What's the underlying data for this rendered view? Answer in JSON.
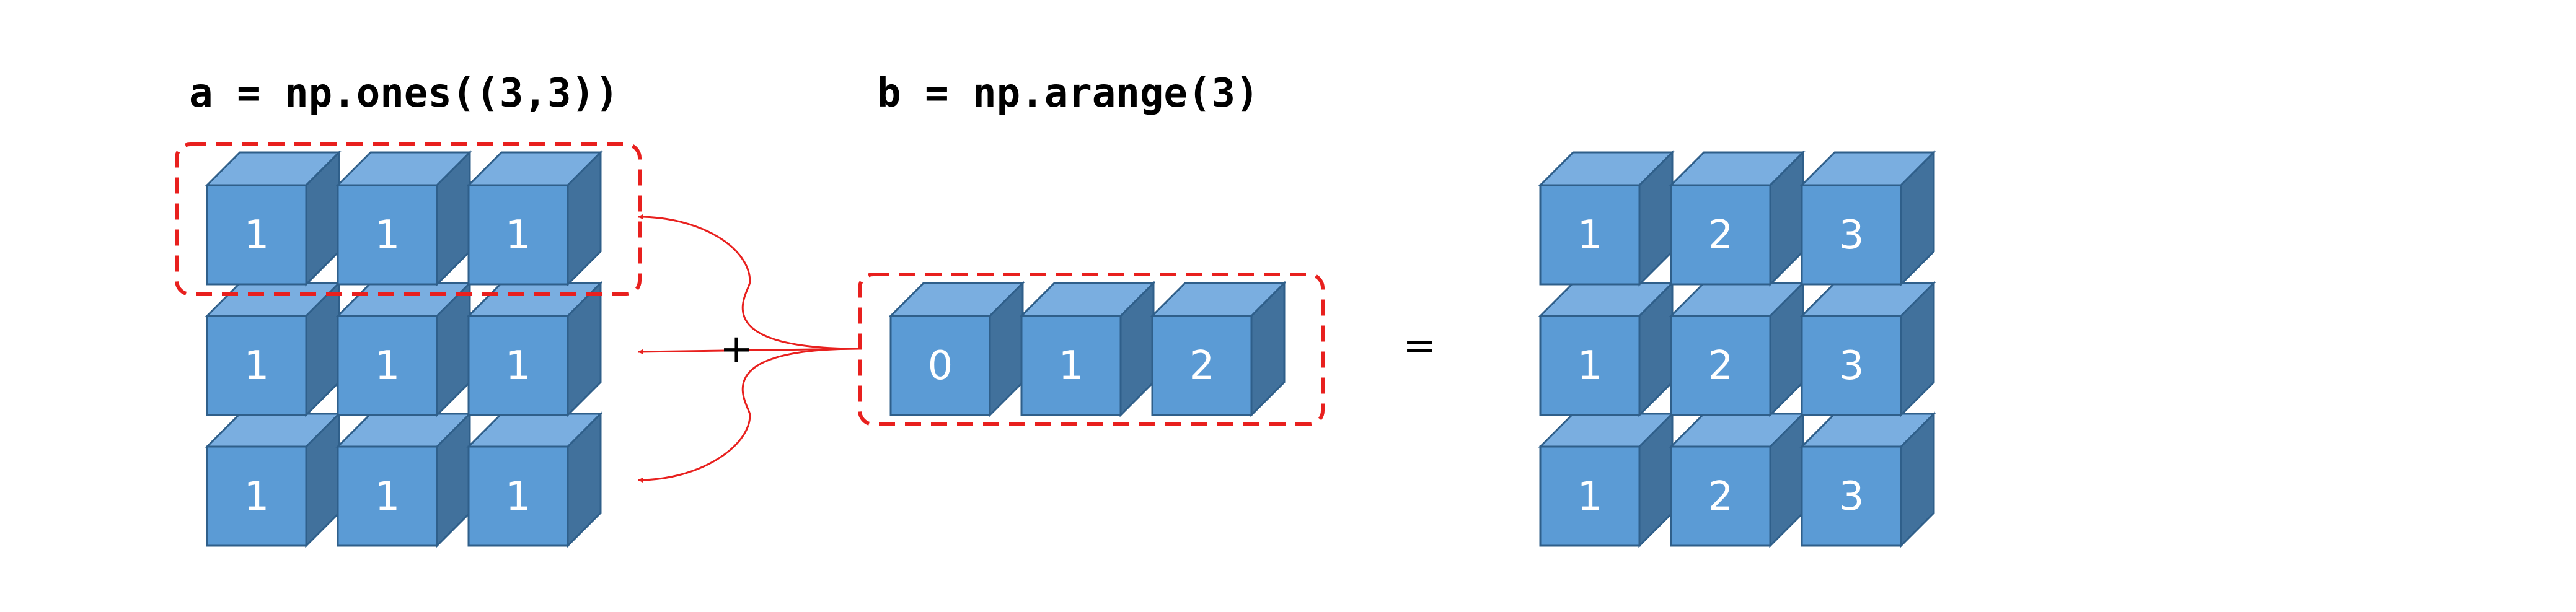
{
  "labels": {
    "a_expr": "a = np.ones((3,3))",
    "b_expr": "b = np.arange(3)",
    "plus": "+",
    "equals": "="
  },
  "arrays": {
    "a": [
      [
        "1",
        "1",
        "1"
      ],
      [
        "1",
        "1",
        "1"
      ],
      [
        "1",
        "1",
        "1"
      ]
    ],
    "b": [
      "0",
      "1",
      "2"
    ],
    "result": [
      [
        "1",
        "2",
        "3"
      ],
      [
        "1",
        "2",
        "3"
      ],
      [
        "1",
        "2",
        "3"
      ]
    ]
  },
  "colors": {
    "cube_front": "#5b9bd5",
    "cube_top": "#7aaee0",
    "cube_side": "#41719c",
    "cube_edge": "#2f5f8a",
    "highlight": "#e8201e",
    "text_on_cube": "#ffffff"
  }
}
